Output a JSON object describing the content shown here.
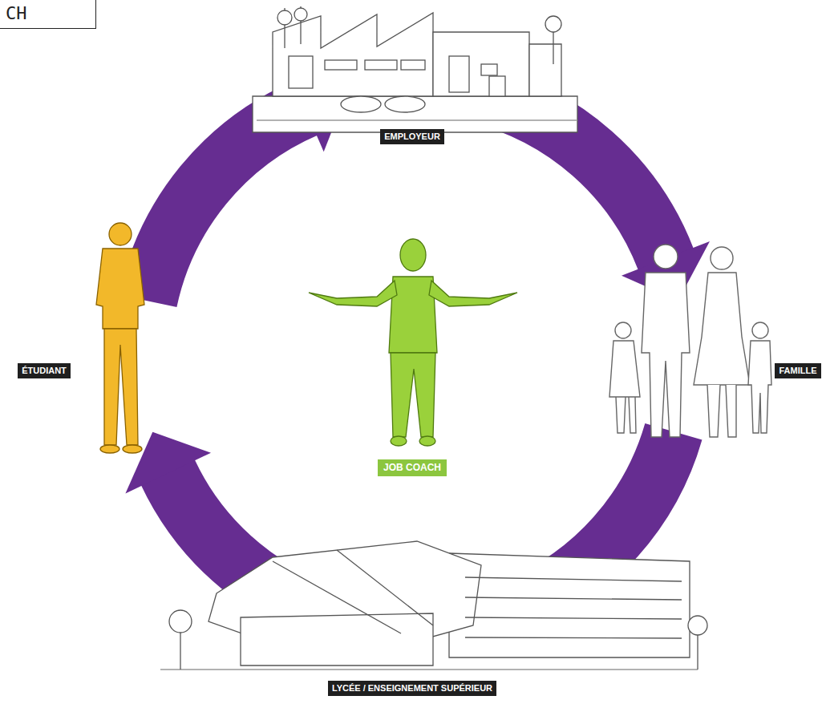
{
  "diagram": {
    "nodes": [
      {
        "text": [
          "EMPLOYEUR"
        ]
      },
      {
        "text": [
          "FAMILLE"
        ]
      },
      {
        "text": [
          "LYCÉE / ENSEIGNEMENT SUPÉRIEUR"
        ]
      },
      {
        "text": [
          "ÉTUDIANT"
        ]
      },
      {
        "text": [
          "JOB COACH"
        ]
      }
    ],
    "edges": [
      {
        "from": 0,
        "to": 1,
        "arrow": "to"
      },
      {
        "from": 1,
        "to": 2,
        "arrow": "to"
      },
      {
        "from": 2,
        "to": 3,
        "arrow": "to"
      },
      {
        "from": 3,
        "to": 0,
        "arrow": "to"
      }
    ],
    "labels": [
      "CH"
    ]
  }
}
